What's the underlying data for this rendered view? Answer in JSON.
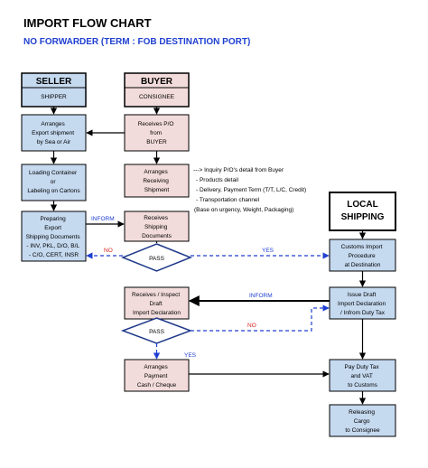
{
  "title": "IMPORT FLOW CHART",
  "subtitle": "NO FORWARDER  (TERM : FOB DESTINATION PORT)",
  "colors": {
    "seller_fill": "#c5d9ef",
    "buyer_fill": "#f2dcdb",
    "local_fill": "#ffffff",
    "inform_text": "#1f3fd1",
    "no_text": "#d9261c",
    "yes_text": "#1f3fd1",
    "dashed_line": "#1f3fd1",
    "line": "#000000"
  },
  "seller": {
    "title": "SELLER",
    "sub": "SHIPPER"
  },
  "buyer": {
    "title": "BUYER",
    "sub": "CONSIGNEE"
  },
  "local": {
    "line1": "LOCAL",
    "line2": "SHIPPING"
  },
  "boxes": {
    "arranges_export": [
      "Arranges",
      "Export shipment",
      "by Sea or Air"
    ],
    "loading": [
      "Loading Container",
      "or",
      "Labeling on Cartons"
    ],
    "preparing": [
      "Preparing",
      "Export",
      "Shipping Documents",
      "- INV, PKL, D/O, B/L",
      "- C/O, CERT, INSR"
    ],
    "receives_po": [
      "Receives P/O",
      "from",
      "BUYER"
    ],
    "arranges_receiving": [
      "Arranges",
      "Receiving",
      "Shipment"
    ],
    "receives_docs": [
      "Receives",
      "Shipping",
      "Documents"
    ],
    "receives_inspect": [
      "Receives / Inspect",
      "Draft",
      "Import Declaration"
    ],
    "arranges_payment": [
      "Arranges",
      "Payment",
      "Cash / Cheque"
    ],
    "customs_import": [
      "Customs Import",
      "Procedure",
      "at Destination"
    ],
    "issue_draft": [
      "Issue Draft",
      "Import Declaration",
      "/ Infrom Duty Tax"
    ],
    "pay_duty": [
      "Pay Duty Tax",
      "and VAT",
      "to Customs"
    ],
    "releasing": [
      "Releasing",
      "Cargo",
      "to Consignee"
    ]
  },
  "notes": [
    "--->  Inquiry P/O's detail from Buyer",
    "- Products detail",
    "- Delivery, Payment Term (T/T, L/C, Credit)",
    "- Transportation channel",
    "(Base on urgency, Weight, Packaging)"
  ],
  "diamonds": {
    "pass1": "PASS",
    "pass2": "PASS"
  },
  "labels": {
    "inform1": "INFORM",
    "inform2": "INFORM",
    "no1": "NO",
    "yes1": "YES",
    "no2": "NO",
    "yes2": "YES"
  }
}
